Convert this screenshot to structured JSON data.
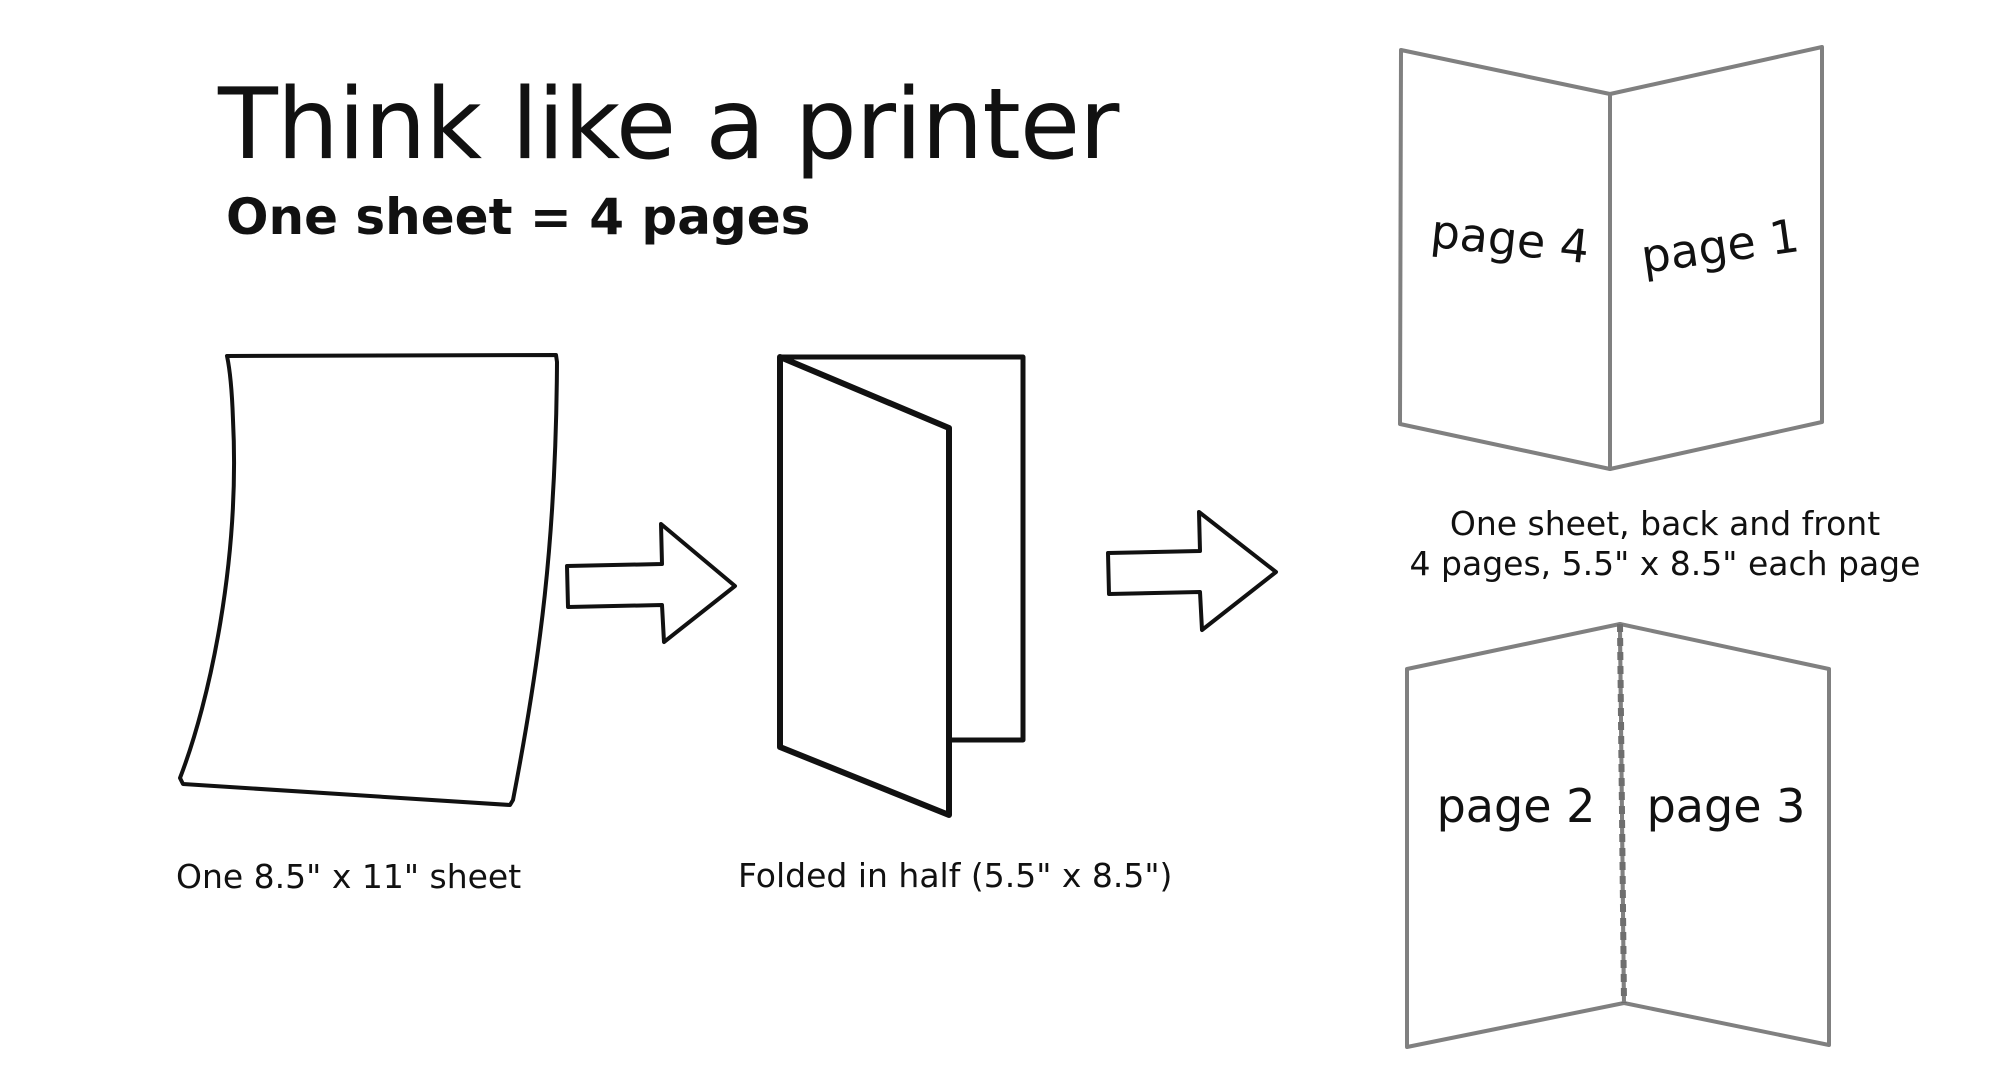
{
  "title": "Think like a printer",
  "subtitle": "One sheet = 4 pages",
  "captions": {
    "sheet": "One 8.5\" x 11\" sheet",
    "folded": "Folded in half (5.5\" x 8.5\")",
    "spread_line1": "One sheet, back and front",
    "spread_line2": "4 pages, 5.5\" x 8.5\" each page"
  },
  "pages": {
    "top_left": "page 4",
    "top_right": "page 1",
    "bottom_left": "page 2",
    "bottom_right": "page 3"
  },
  "colors": {
    "ink": "#111111",
    "spread_outline": "#808080"
  }
}
